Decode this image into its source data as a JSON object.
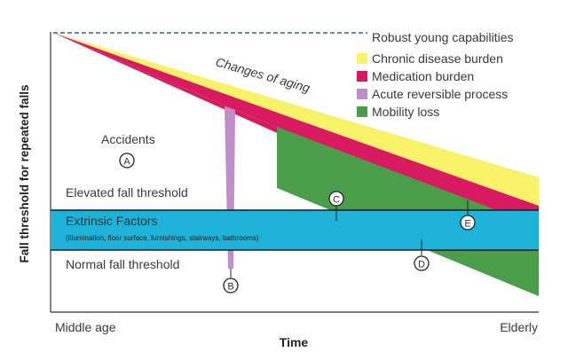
{
  "diagram": {
    "y_axis_label": "Fall threshold for repeated falls",
    "x_axis_label": "Time",
    "x_start_label": "Middle age",
    "x_end_label": "Elderly",
    "robust_label": "Robust young capabilities",
    "aging_label": "Changes of aging",
    "accidents_label": "Accidents",
    "elevated_label": "Elevated fall threshold",
    "normal_label": "Normal fall threshold",
    "extrinsic_title": "Extrinsic Factors",
    "extrinsic_detail": "(Illumination, floor surface, furnishings, stairways, bathrooms)",
    "markers": {
      "a": "A",
      "b": "B",
      "c": "C",
      "d": "D",
      "e": "E"
    },
    "legend": [
      {
        "label": "Chronic disease burden",
        "color": "#f7f268"
      },
      {
        "label": "Medication burden",
        "color": "#d81b60"
      },
      {
        "label": "Acute reversible process",
        "color": "#c08ec8"
      },
      {
        "label": "Mobility loss",
        "color": "#4a9e4a"
      }
    ],
    "colors": {
      "extrinsic_band": "#1fb2d8",
      "yellow": "#f7f268",
      "red": "#d81b60",
      "purple": "#c08ec8",
      "green": "#4a9e4a",
      "dashed_line": "#3b6378"
    }
  }
}
